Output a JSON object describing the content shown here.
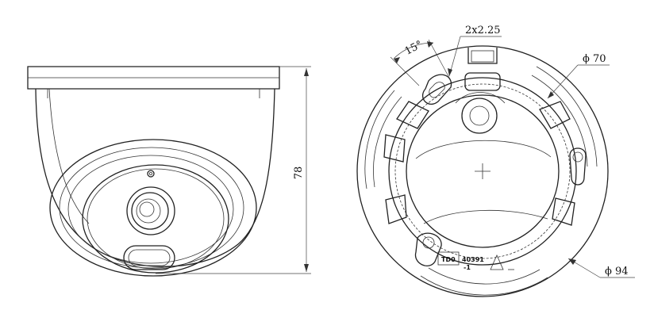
{
  "dimensions": {
    "height": "78",
    "angle": "15°",
    "slot": "2x2.25",
    "inner_diameter": "ϕ 70",
    "outer_diameter": "ϕ 94"
  },
  "base_markings": {
    "code_a": "TD0",
    "code_b": "40391",
    "code_c": "-1"
  }
}
